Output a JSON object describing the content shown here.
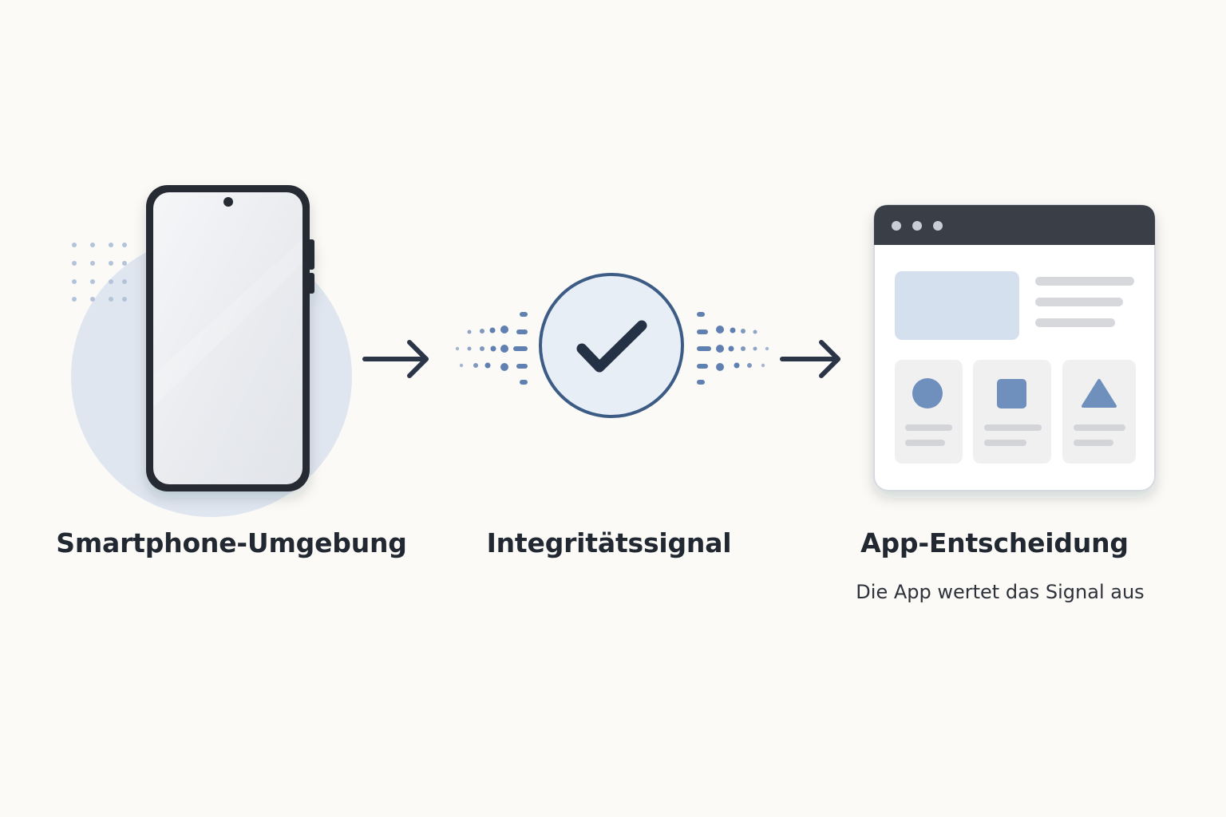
{
  "steps": [
    {
      "title": "Smartphone-Umgebung",
      "icon": "smartphone-icon"
    },
    {
      "title": "Integritätssignal",
      "icon": "checkmark-icon"
    },
    {
      "title": "App-Entscheidung",
      "subtitle": "Die App wertet das Signal aus",
      "icon": "app-window-icon"
    }
  ],
  "arrows": [
    "arrow-right-icon",
    "arrow-right-icon"
  ],
  "app_window": {
    "card_shapes": [
      "circle-icon",
      "square-icon",
      "triangle-icon"
    ]
  },
  "colors": {
    "background": "#fbfaf7",
    "dark": "#2a3547",
    "accent": "#5f80b0",
    "light_accent": "#dfe7f2",
    "window_bar": "#3a3f47",
    "text": "#222831"
  }
}
